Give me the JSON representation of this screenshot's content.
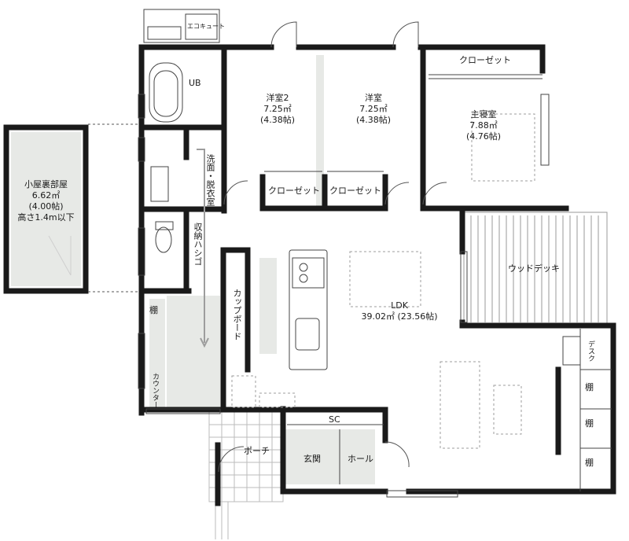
{
  "rooms": {
    "ecocute": {
      "name": "エコキュート"
    },
    "ub": {
      "name": "UB"
    },
    "yoshitsu2": {
      "name": "洋室2",
      "area": "7.25㎡",
      "tatami": "(4.38帖)"
    },
    "yoshitsu": {
      "name": "洋室",
      "area": "7.25㎡",
      "tatami": "(4.38帖)"
    },
    "closet_top": {
      "name": "クローゼット"
    },
    "shushinshitsu": {
      "name": "主寝室",
      "area": "7.88㎡",
      "tatami": "(4.76帖)"
    },
    "closet_left": {
      "name": "クローゼット"
    },
    "closet_right": {
      "name": "クローゼット"
    },
    "senmen": {
      "name": "洗面・脱衣室"
    },
    "attic": {
      "name": "小屋裏部屋",
      "area": "6.62㎡",
      "tatami": "(4.00帖)",
      "note": "高さ1.4m以下"
    },
    "shuno_hashigo": {
      "name": "収納ハシゴ"
    },
    "cupboard": {
      "name": "カップボード"
    },
    "tana_left": {
      "name": "棚"
    },
    "counter": {
      "name": "カウンター"
    },
    "ldk": {
      "name": "LDK",
      "area": "39.02㎡ (23.56帖)"
    },
    "wood_deck": {
      "name": "ウッドデッキ"
    },
    "desk": {
      "name": "デスク"
    },
    "tana_r1": {
      "name": "棚"
    },
    "tana_r2": {
      "name": "棚"
    },
    "tana_r3": {
      "name": "棚"
    },
    "sc": {
      "name": "SC"
    },
    "porch": {
      "name": "ポーチ"
    },
    "genkan": {
      "name": "玄関"
    },
    "hall": {
      "name": "ホール"
    }
  },
  "colors": {
    "wall": "#1a1a1a",
    "shade": "#e7e9e6",
    "deck_line": "#9a9a9a",
    "furniture": "#9d9d9d"
  }
}
